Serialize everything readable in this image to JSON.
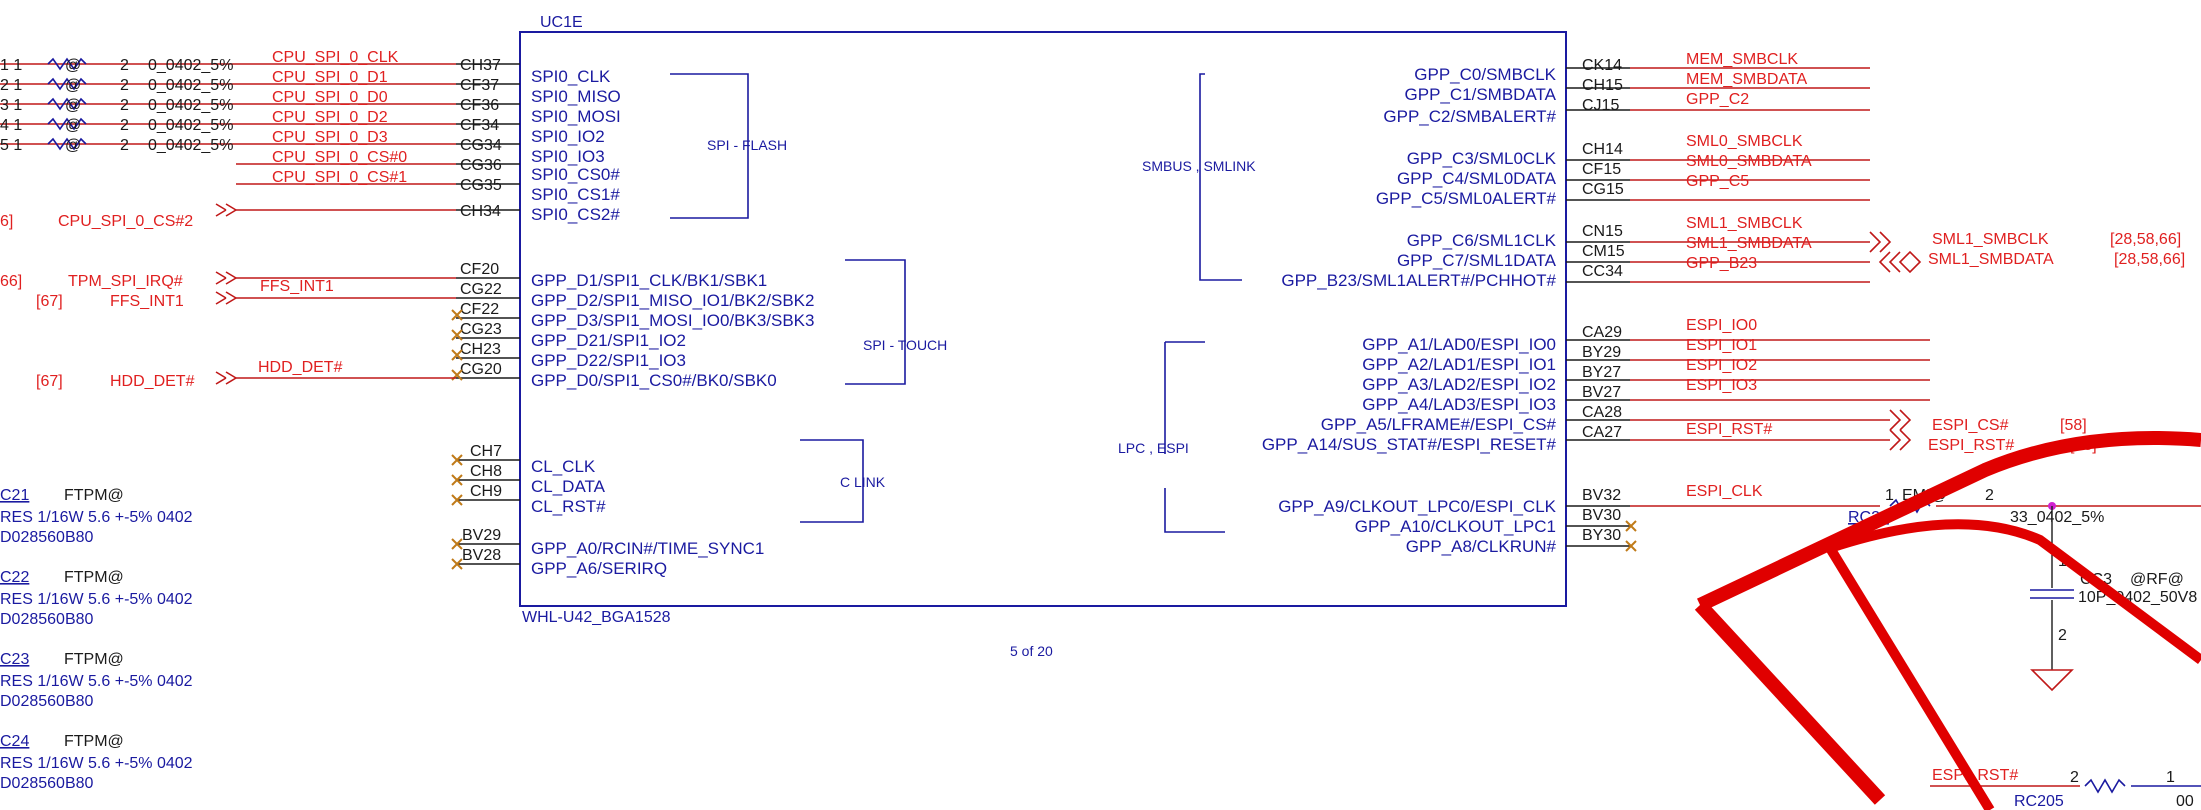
{
  "chip": {
    "ref": "UC1E",
    "part": "WHL-U42_BGA1528",
    "page": "5 of 20",
    "blocks": [
      "SPI - FLASH",
      "SPI - TOUCH",
      "C LINK",
      "SMBUS , SMLINK",
      "LPC , ESPI"
    ]
  },
  "left_pins": [
    {
      "num": "CH37",
      "name": "SPI0_CLK",
      "net": "CPU_SPI_0_CLK"
    },
    {
      "num": "CF37",
      "name": "SPI0_MISO",
      "net": "CPU_SPI_0_D1"
    },
    {
      "num": "CF36",
      "name": "SPI0_MOSI",
      "net": "CPU_SPI_0_D0"
    },
    {
      "num": "CF34",
      "name": "SPI0_IO2",
      "net": "CPU_SPI_0_D2"
    },
    {
      "num": "CG34",
      "name": "SPI0_IO3",
      "net": "CPU_SPI_0_D3"
    },
    {
      "num": "CG36",
      "name": "SPI0_CS0#",
      "net": "CPU_SPI_0_CS#0"
    },
    {
      "num": "CG35",
      "name": "SPI0_CS1#",
      "net": "CPU_SPI_0_CS#1"
    },
    {
      "num": "CH34",
      "name": "SPI0_CS2#",
      "net": ""
    },
    {
      "num": "CF20",
      "name": "GPP_D1/SPI1_CLK/BK1/SBK1",
      "net": ""
    },
    {
      "num": "CG22",
      "name": "GPP_D2/SPI1_MISO_IO1/BK2/SBK2",
      "net": "FFS_INT1"
    },
    {
      "num": "CF22",
      "name": "GPP_D3/SPI1_MOSI_IO0/BK3/SBK3",
      "net": ""
    },
    {
      "num": "CG23",
      "name": "GPP_D21/SPI1_IO2",
      "net": ""
    },
    {
      "num": "CH23",
      "name": "GPP_D22/SPI1_IO3",
      "net": ""
    },
    {
      "num": "CG20",
      "name": "GPP_D0/SPI1_CS0#/BK0/SBK0",
      "net": "HDD_DET#"
    },
    {
      "num": "CH7",
      "name": "",
      "net": ""
    },
    {
      "num": "CH8",
      "name": "CL_CLK",
      "net": ""
    },
    {
      "num": "CH9",
      "name": "CL_DATA",
      "net": ""
    },
    {
      "num": "",
      "name": "CL_RST#",
      "net": ""
    },
    {
      "num": "BV29",
      "name": "GPP_A0/RCIN#/TIME_SYNC1",
      "net": ""
    },
    {
      "num": "BV28",
      "name": "GPP_A6/SERIRQ",
      "net": ""
    }
  ],
  "right_pins": [
    {
      "num": "CK14",
      "name": "GPP_C0/SMBCLK",
      "net": "MEM_SMBCLK"
    },
    {
      "num": "CH15",
      "name": "GPP_C1/SMBDATA",
      "net": "MEM_SMBDATA"
    },
    {
      "num": "CJ15",
      "name": "GPP_C2/SMBALERT#",
      "net": "GPP_C2"
    },
    {
      "num": "CH14",
      "name": "GPP_C3/SML0CLK",
      "net": "SML0_SMBCLK"
    },
    {
      "num": "CF15",
      "name": "GPP_C4/SML0DATA",
      "net": "SML0_SMBDATA"
    },
    {
      "num": "CG15",
      "name": "GPP_C5/SML0ALERT#",
      "net": "GPP_C5"
    },
    {
      "num": "CN15",
      "name": "GPP_C6/SML1CLK",
      "net": "SML1_SMBCLK"
    },
    {
      "num": "CM15",
      "name": "GPP_C7/SML1DATA",
      "net": "SML1_SMBDATA"
    },
    {
      "num": "CC34",
      "name": "GPP_B23/SML1ALERT#/PCHHOT#",
      "net": "GPP_B23"
    },
    {
      "num": "CA29",
      "name": "GPP_A1/LAD0/ESPI_IO0",
      "net": "ESPI_IO0"
    },
    {
      "num": "BY29",
      "name": "GPP_A2/LAD1/ESPI_IO1",
      "net": "ESPI_IO1"
    },
    {
      "num": "BY27",
      "name": "GPP_A3/LAD2/ESPI_IO2",
      "net": "ESPI_IO2"
    },
    {
      "num": "BV27",
      "name": "GPP_A4/LAD3/ESPI_IO3",
      "net": "ESPI_IO3"
    },
    {
      "num": "CA28",
      "name": "GPP_A5/LFRAME#/ESPI_CS#",
      "net": ""
    },
    {
      "num": "CA27",
      "name": "GPP_A14/SUS_STAT#/ESPI_RESET#",
      "net": "ESPI_RST#"
    },
    {
      "num": "BV32",
      "name": "GPP_A9/CLKOUT_LPC0/ESPI_CLK",
      "net": "ESPI_CLK"
    },
    {
      "num": "BV30",
      "name": "GPP_A10/CLKOUT_LPC1",
      "net": ""
    },
    {
      "num": "BY30",
      "name": "GPP_A8/CLKRUN#",
      "net": ""
    }
  ],
  "left_resistors": [
    {
      "left": "1  1",
      "pin2": "2",
      "value": "0_0402_5%"
    },
    {
      "left": "2  1",
      "pin2": "2",
      "value": "0_0402_5%"
    },
    {
      "left": "3  1",
      "pin2": "2",
      "value": "0_0402_5%"
    },
    {
      "left": "4  1",
      "pin2": "2",
      "value": "0_0402_5%"
    },
    {
      "left": "5  1",
      "pin2": "2",
      "value": "0_0402_5%"
    }
  ],
  "left_offpage": [
    {
      "ref": "6]",
      "net": "CPU_SPI_0_CS#2"
    },
    {
      "ref": "66]",
      "net": "TPM_SPI_IRQ#"
    },
    {
      "ref": "[67]",
      "net": "FFS_INT1"
    },
    {
      "ref": "[67]",
      "net": "HDD_DET#"
    }
  ],
  "right_offpage": [
    {
      "net": "SML1_SMBCLK",
      "ref": "[28,58,66]"
    },
    {
      "net": "SML1_SMBDATA",
      "ref": "[28,58,66]"
    },
    {
      "net": "ESPI_CS#",
      "ref": "[58]"
    },
    {
      "net": "ESPI_RST#",
      "ref": "[58]"
    }
  ],
  "bom": [
    {
      "ref": "C21",
      "opt": "FTPM@",
      "desc": "RES 1/16W 5.6 +-5% 0402",
      "pn": "D028560B80"
    },
    {
      "ref": "C22",
      "opt": "FTPM@",
      "desc": "RES 1/16W 5.6 +-5% 0402",
      "pn": "D028560B80"
    },
    {
      "ref": "C23",
      "opt": "FTPM@",
      "desc": "RES 1/16W 5.6 +-5% 0402",
      "pn": "D028560B80"
    },
    {
      "ref": "C24",
      "opt": "FTPM@",
      "desc": "RES 1/16W 5.6 +-5% 0402",
      "pn": "D028560B80"
    }
  ],
  "clk_circuit": {
    "res_ref": "RC26",
    "res_pin1": "1",
    "res_pin2": "2",
    "res_opt": "EMI@",
    "res_value": "33_0402_5%",
    "cap_ref": "CC3",
    "cap_opt": "@RF@",
    "cap_value": "10P_0402_50V8",
    "cap_pin1": "1",
    "cap_pin2": "2"
  },
  "rst_circuit": {
    "net": "ESPI_RST#",
    "ref": "RC205",
    "pin2": "2",
    "pin1": "1",
    "value_tail": "00"
  }
}
